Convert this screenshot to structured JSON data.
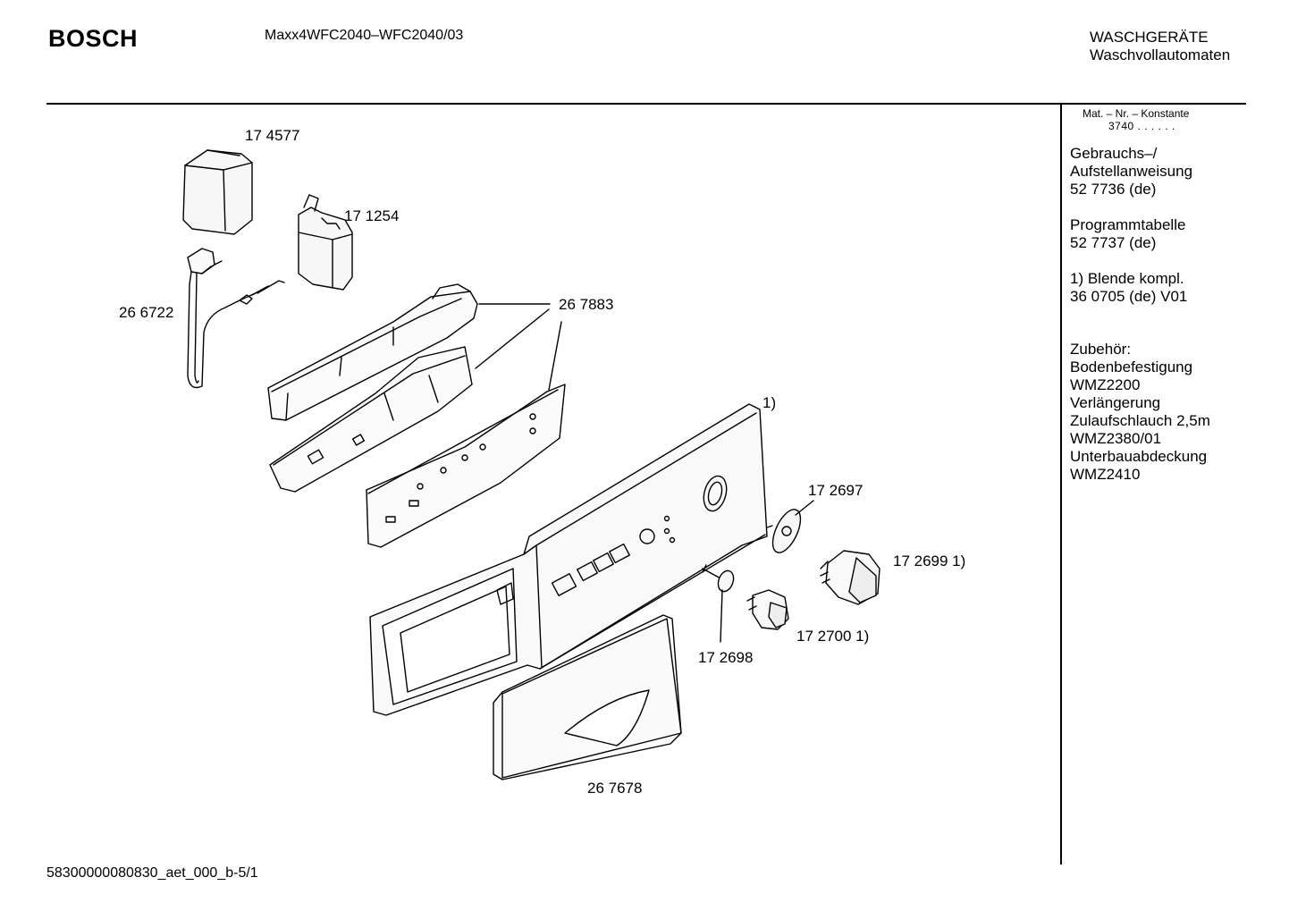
{
  "header": {
    "brand": "BOSCH",
    "model": "Maxx4WFC2040–WFC2040/03",
    "category_line1": "WASCHGERÄTE",
    "category_line2": "Waschvollautomaten"
  },
  "sidebar": {
    "mat_label": "Mat. – Nr. – Konstante",
    "mat_value": "3740 .  .  .  .  .  .",
    "blocks": [
      {
        "lines": [
          "Gebrauchs–/",
          "Aufstellanweisung",
          "52 7736 (de)"
        ]
      },
      {
        "lines": [
          "Programmtabelle",
          "52 7737 (de)"
        ]
      },
      {
        "lines": [
          "1) Blende kompl.",
          "36 0705 (de) V01"
        ]
      },
      {
        "lines": [
          "Zubehör:",
          "Bodenbefestigung",
          "WMZ2200",
          "Verlängerung",
          "Zulaufschlauch 2,5m",
          "WMZ2380/01",
          "Unterbauabdeckung",
          "WMZ2410"
        ]
      }
    ]
  },
  "parts": {
    "p174577": "17 4577",
    "p171254": "17 1254",
    "p266722": "26 6722",
    "p267883": "26 7883",
    "panel": "1)",
    "p172697": "17 2697",
    "p172699": "17 2699 1)",
    "p172700": "17 2700 1)",
    "p172698": "17 2698",
    "p267678": "26 7678"
  },
  "footer": "58300000080830_aet_000_b-5/1"
}
